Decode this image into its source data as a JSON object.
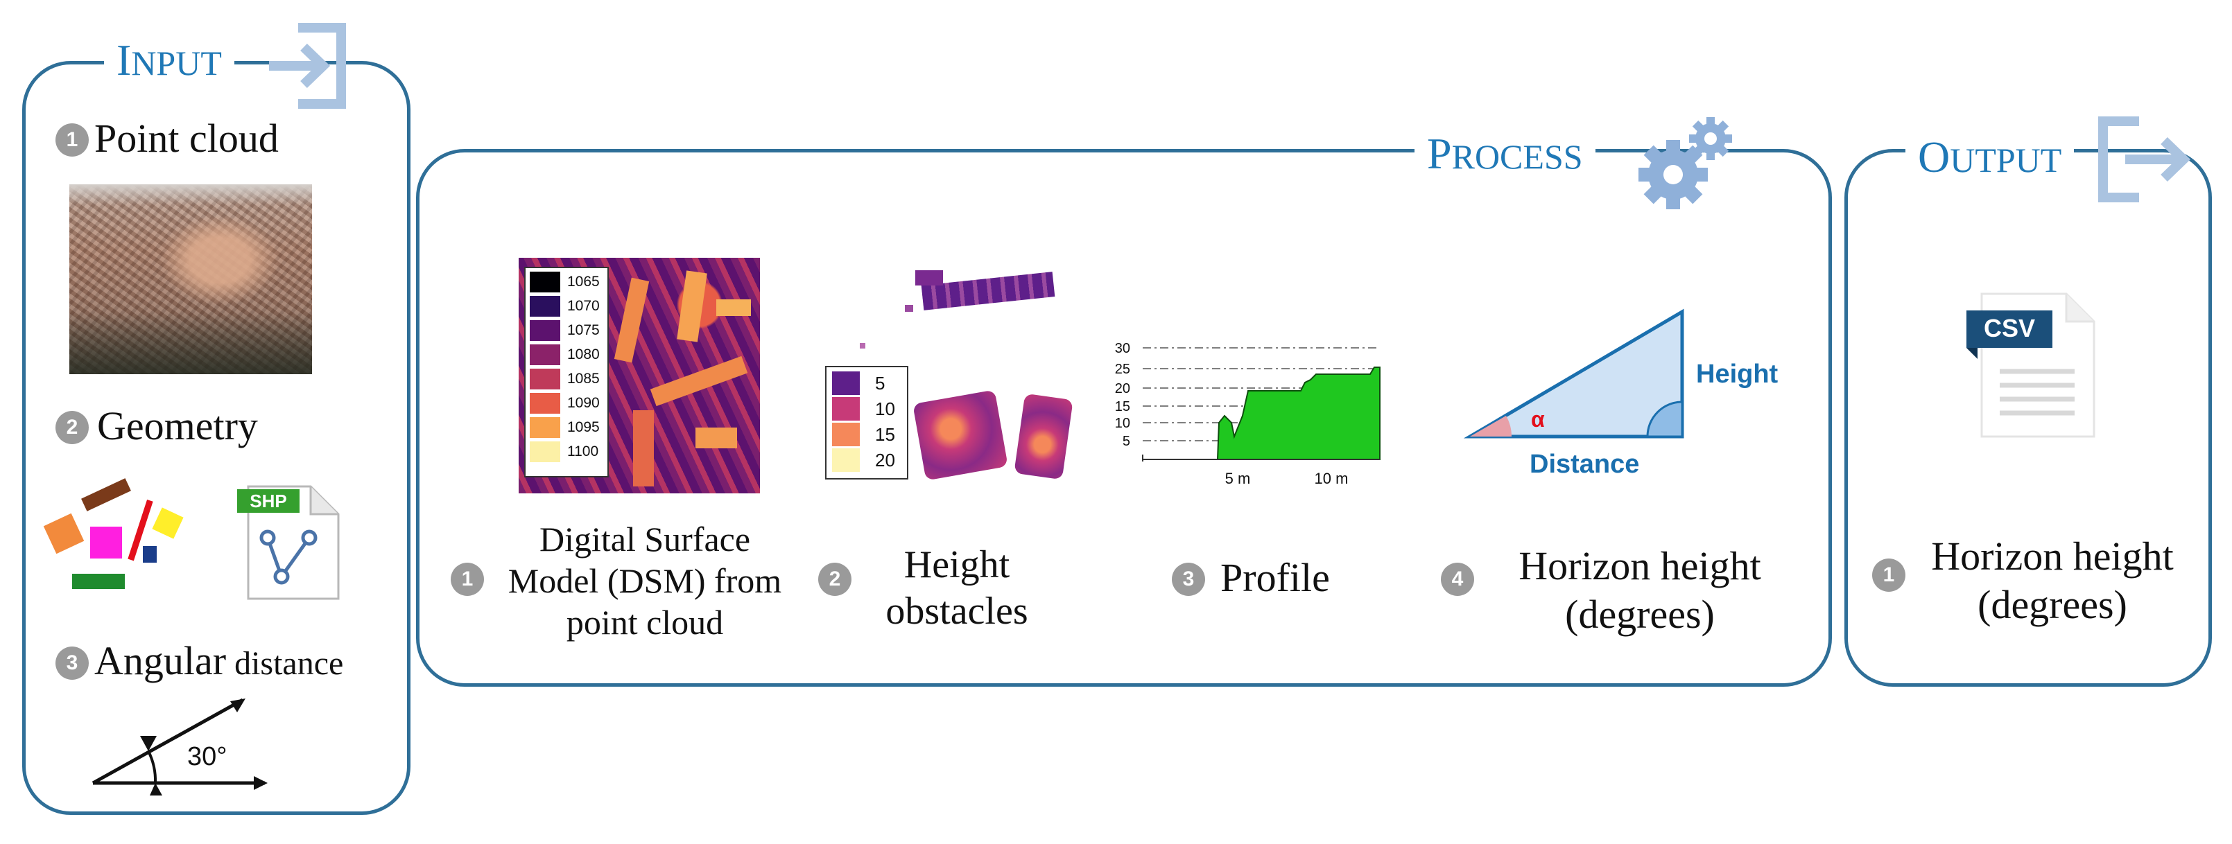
{
  "input": {
    "title_initial": "I",
    "title_rest": "NPUT",
    "items": [
      {
        "num": "1",
        "label": "Point cloud"
      },
      {
        "num": "2",
        "label": "Geometry"
      },
      {
        "num": "3",
        "label_a": "Angular",
        "label_b": " distance"
      }
    ],
    "shp_label": "SHP",
    "angle_label": "30°"
  },
  "process": {
    "title_initial": "P",
    "title_rest": "ROCESS",
    "steps": [
      {
        "num": "1",
        "line1": "Digital Surface",
        "line2": "Model (DSM) from",
        "line3": "point cloud"
      },
      {
        "num": "2",
        "line1": "Height",
        "line2": "obstacles"
      },
      {
        "num": "3",
        "line1": "Profile"
      },
      {
        "num": "4",
        "line1": "Horizon height",
        "line2": "(degrees)"
      }
    ],
    "dsm_legend": [
      "1065",
      "1070",
      "1075",
      "1080",
      "1085",
      "1090",
      "1095",
      "1100"
    ],
    "dsm_colors": [
      "#000004",
      "#2a0f5e",
      "#5c126e",
      "#8b2269",
      "#bf3a5a",
      "#e85c46",
      "#f9a14b",
      "#fcf0a6"
    ],
    "height_legend": [
      "5",
      "10",
      "15",
      "20"
    ],
    "height_colors": [
      "#5e1f8a",
      "#c73a78",
      "#f5885a",
      "#fdf4b2"
    ],
    "profile": {
      "y_ticks": [
        "30",
        "25",
        "20",
        "15",
        "10",
        "5"
      ],
      "x_ticks": [
        "5 m",
        "10 m"
      ]
    },
    "triangle": {
      "height_label": "Height",
      "distance_label": "Distance",
      "alpha_label": "α"
    }
  },
  "output": {
    "title_initial": "O",
    "title_rest": "UTPUT",
    "csv_label": "CSV",
    "items": [
      {
        "num": "1",
        "line1": "Horizon height",
        "line2": "(degrees)"
      }
    ]
  }
}
